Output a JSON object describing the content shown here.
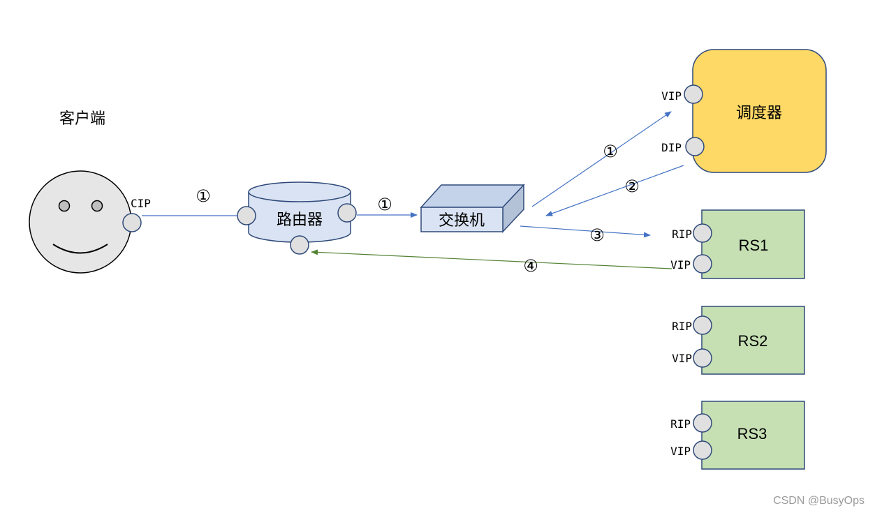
{
  "client": {
    "label": "客户端",
    "port": "CIP"
  },
  "router": {
    "label": "路由器"
  },
  "switch": {
    "label": "交换机"
  },
  "scheduler": {
    "label": "调度器",
    "ports": [
      "VIP",
      "DIP"
    ]
  },
  "real_servers": [
    {
      "label": "RS1",
      "ports": [
        "RIP",
        "VIP"
      ]
    },
    {
      "label": "RS2",
      "ports": [
        "RIP",
        "VIP"
      ]
    },
    {
      "label": "RS3",
      "ports": [
        "RIP",
        "VIP"
      ]
    }
  ],
  "steps": [
    "①",
    "①",
    "①",
    "②",
    "③",
    "④"
  ],
  "watermark": "CSDN @BusyOps",
  "colors": {
    "blue_arrow": "#4472c4",
    "green_arrow": "#548235",
    "scheduler_fill": "#ffd966",
    "rs_fill": "#c6e0b4",
    "router_fill": "#dae3f3",
    "port_fill": "#e0e0e0",
    "outline": "#2f4a7a"
  }
}
